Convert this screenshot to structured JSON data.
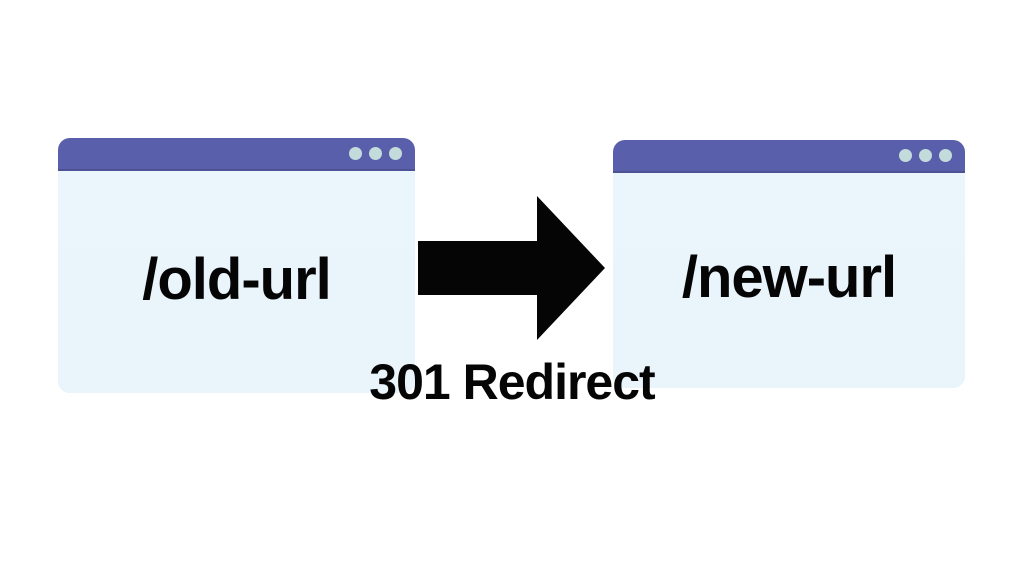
{
  "caption": {
    "label": "301 Redirect"
  },
  "windows": {
    "old": {
      "url": "/old-url"
    },
    "new": {
      "url": "/new-url"
    }
  },
  "icons": {
    "window_controls": "window-control-dots-icon",
    "arrow": "right-arrow-icon"
  },
  "colors": {
    "titlebar": "#5a5fac",
    "titlebar_edge": "#4d5294",
    "window_dot": "#c3dcdb",
    "window_body": "#e9f4fb",
    "foreground": "#050505",
    "background": "#ffffff"
  }
}
